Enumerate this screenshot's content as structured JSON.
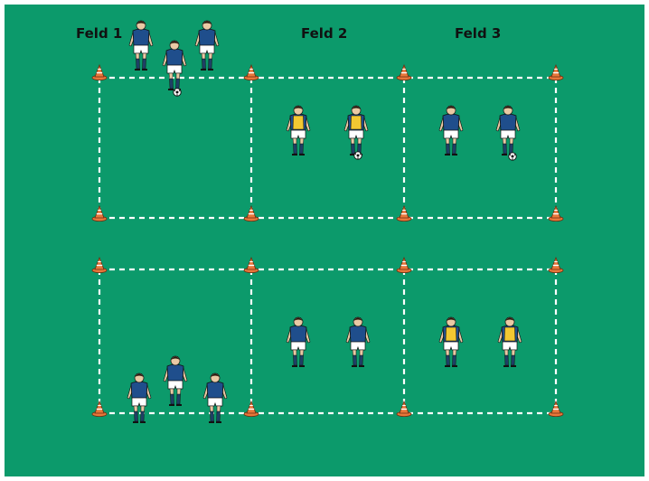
{
  "labels": {
    "field1": "Feld 1",
    "field2": "Feld 2",
    "field3": "Feld 3"
  },
  "colors": {
    "pitch": "#0c9a6b",
    "line": "#ffffff",
    "cone": "#e8773a",
    "team_blue": "#1f4e8c",
    "team_yellow": "#f2c832",
    "shorts": "#ffffff",
    "socks": "#1f3f66"
  },
  "top_grid": {
    "fields": 3,
    "cones": 8,
    "players_field1": 3,
    "players_field2": {
      "blue": 0,
      "yellow": 2
    },
    "players_field3": {
      "blue": 2,
      "yellow": 0
    },
    "balls": 3
  },
  "bottom_grid": {
    "fields": 3,
    "cones": 8,
    "players_field1": 3,
    "players_field2": {
      "blue": 2,
      "yellow": 0
    },
    "players_field3": {
      "blue": 0,
      "yellow": 2
    },
    "balls": 0
  }
}
